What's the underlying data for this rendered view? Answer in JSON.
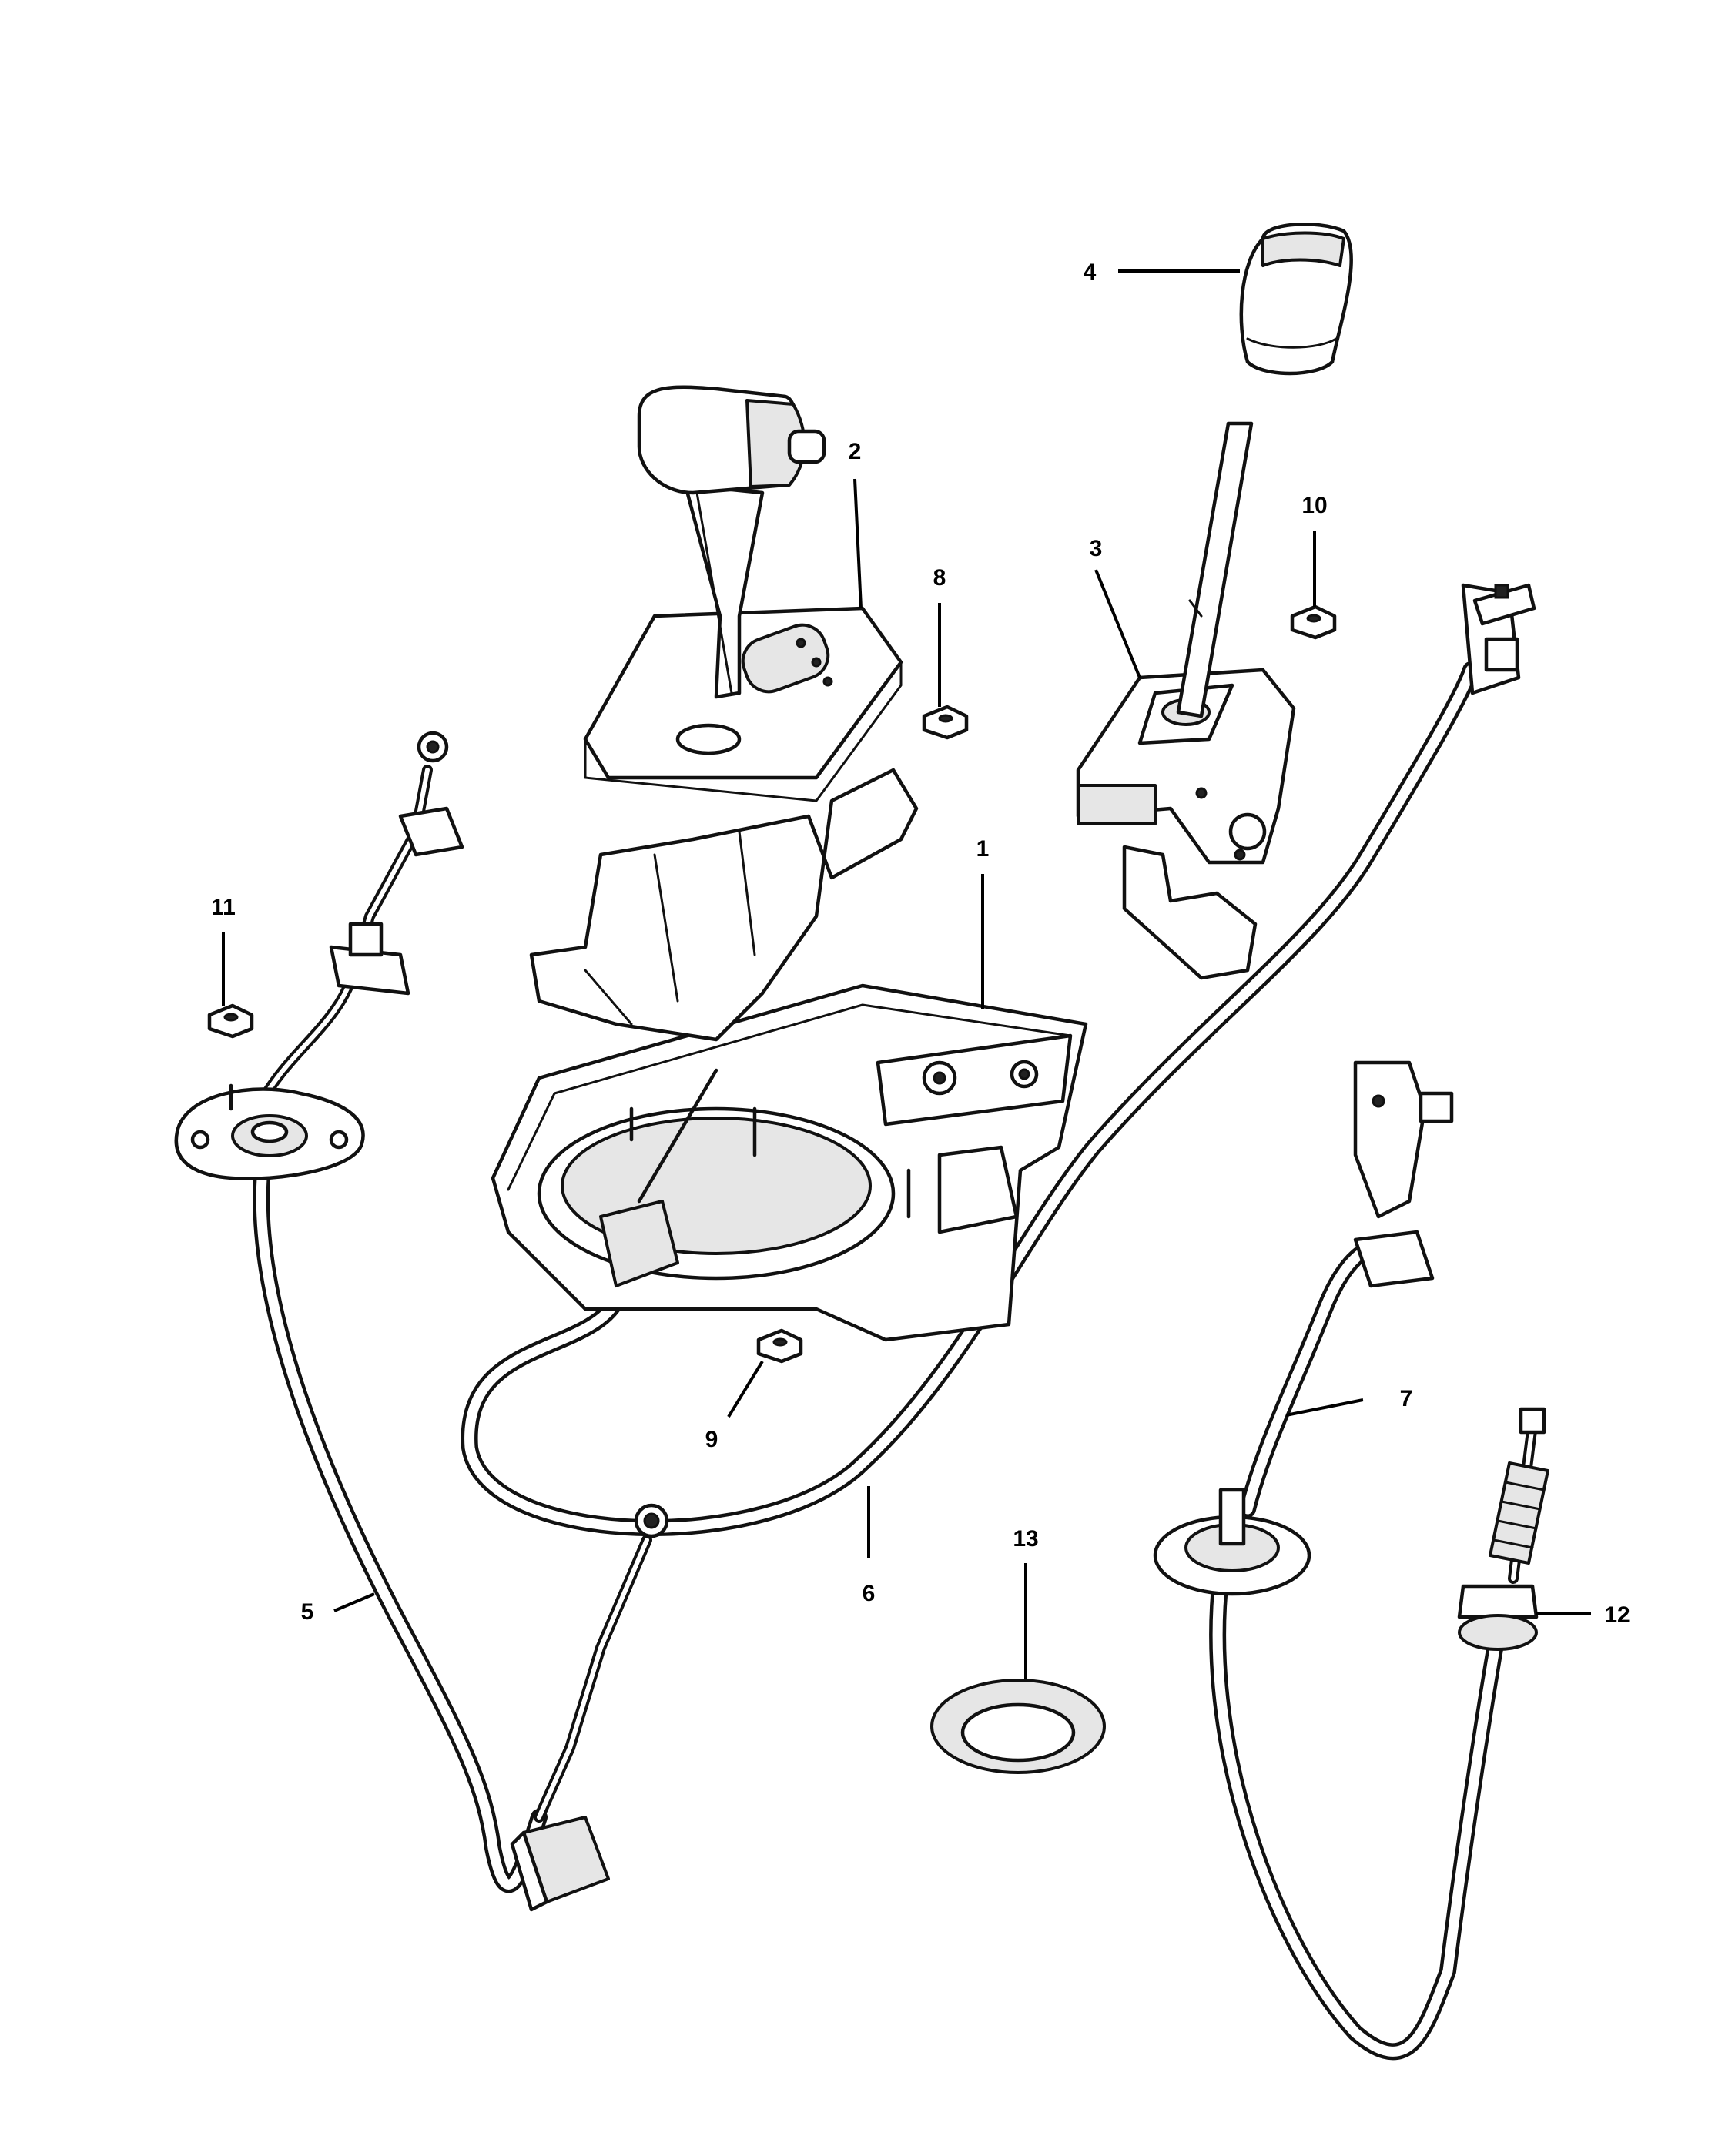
{
  "callouts": {
    "c1": "1",
    "c2": "2",
    "c3": "3",
    "c4": "4",
    "c5": "5",
    "c6": "6",
    "c7": "7",
    "c8": "8",
    "c9": "9",
    "c10": "10",
    "c11": "11",
    "c12": "12",
    "c13": "13"
  },
  "colors": {
    "line": "#111111",
    "background": "#ffffff",
    "shade": "#e6e6e6"
  }
}
